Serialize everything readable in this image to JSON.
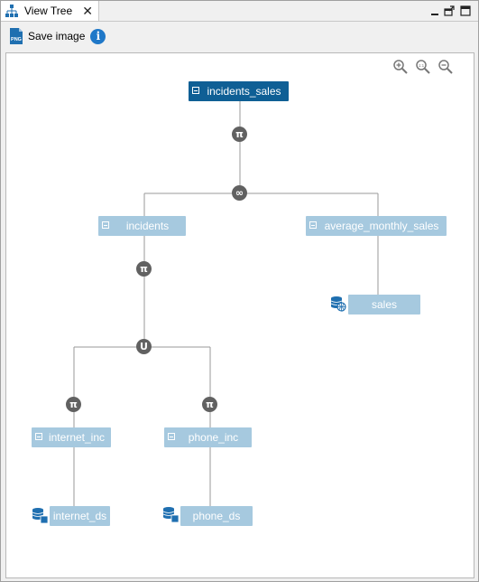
{
  "tab": {
    "label": "View Tree",
    "close": "✕"
  },
  "toolbar": {
    "save_label": "Save image",
    "png_badge": "PNG",
    "info": "i"
  },
  "zoom": {
    "zoom_in": "zoom-in",
    "zoom_reset": "1:1",
    "zoom_out": "zoom-out"
  },
  "tree": {
    "root": {
      "label": "incidents_sales"
    },
    "incidents": {
      "label": "incidents"
    },
    "average_monthly_sales": {
      "label": "average_monthly_sales"
    },
    "sales": {
      "label": "sales"
    },
    "internet_inc": {
      "label": "internet_inc"
    },
    "phone_inc": {
      "label": "phone_inc"
    },
    "internet_ds": {
      "label": "internet_ds"
    },
    "phone_ds": {
      "label": "phone_ds"
    },
    "ops": {
      "projection": "π",
      "join": "∞",
      "union": "U"
    }
  },
  "colors": {
    "root_node": "#0f5f95",
    "node": "#a6c9df",
    "operator": "#616161",
    "edge": "#9a9a9a",
    "datasource": "#1f6fb0"
  }
}
